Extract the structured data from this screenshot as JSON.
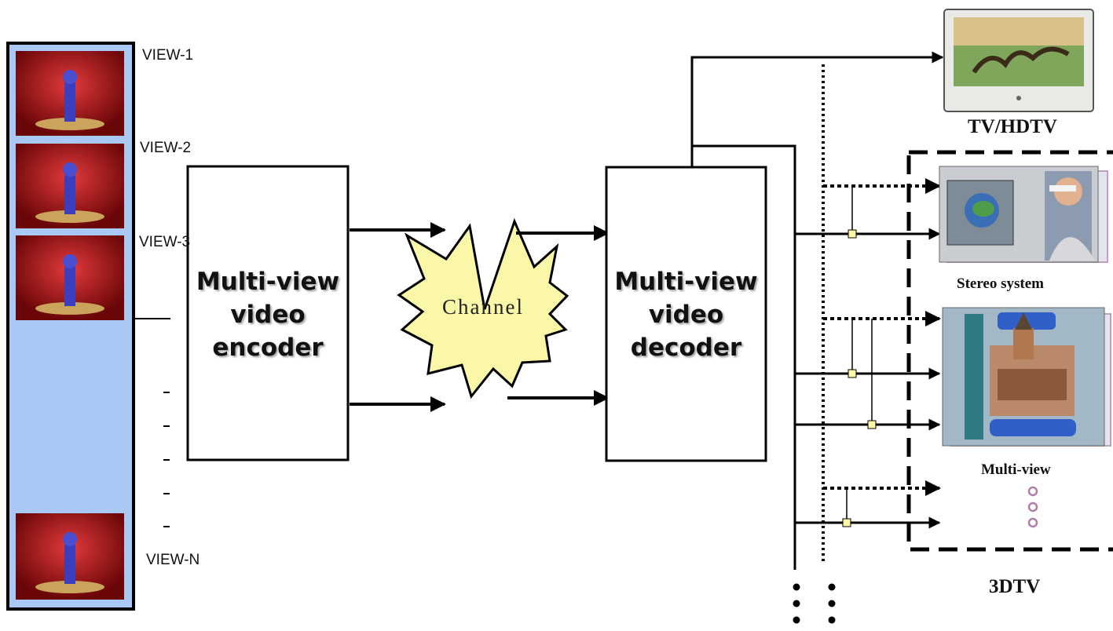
{
  "views": [
    {
      "label": "VIEW-1"
    },
    {
      "label": "VIEW-2"
    },
    {
      "label": "VIEW-3"
    },
    {
      "label": "VIEW-N"
    }
  ],
  "blocks": {
    "encoder": {
      "label": "Multi-view\nvideo\nencoder"
    },
    "decoder": {
      "label": "Multi-view\nvideo\ndecoder"
    },
    "channel": {
      "label": "Channel"
    }
  },
  "displays": {
    "tv": {
      "label": "TV/HDTV"
    },
    "stereo": {
      "label": "Stereo system"
    },
    "multiview": {
      "label": "Multi-view"
    },
    "group": {
      "label": "3DTV"
    }
  },
  "colors": {
    "camera_strip": "#a9c9f4",
    "curtain": "#b8141a",
    "star_fill": "#fbf7a8",
    "junction_fill": "#fff7a6",
    "continuation_dot": "#b07fa8",
    "line": "#000000"
  }
}
